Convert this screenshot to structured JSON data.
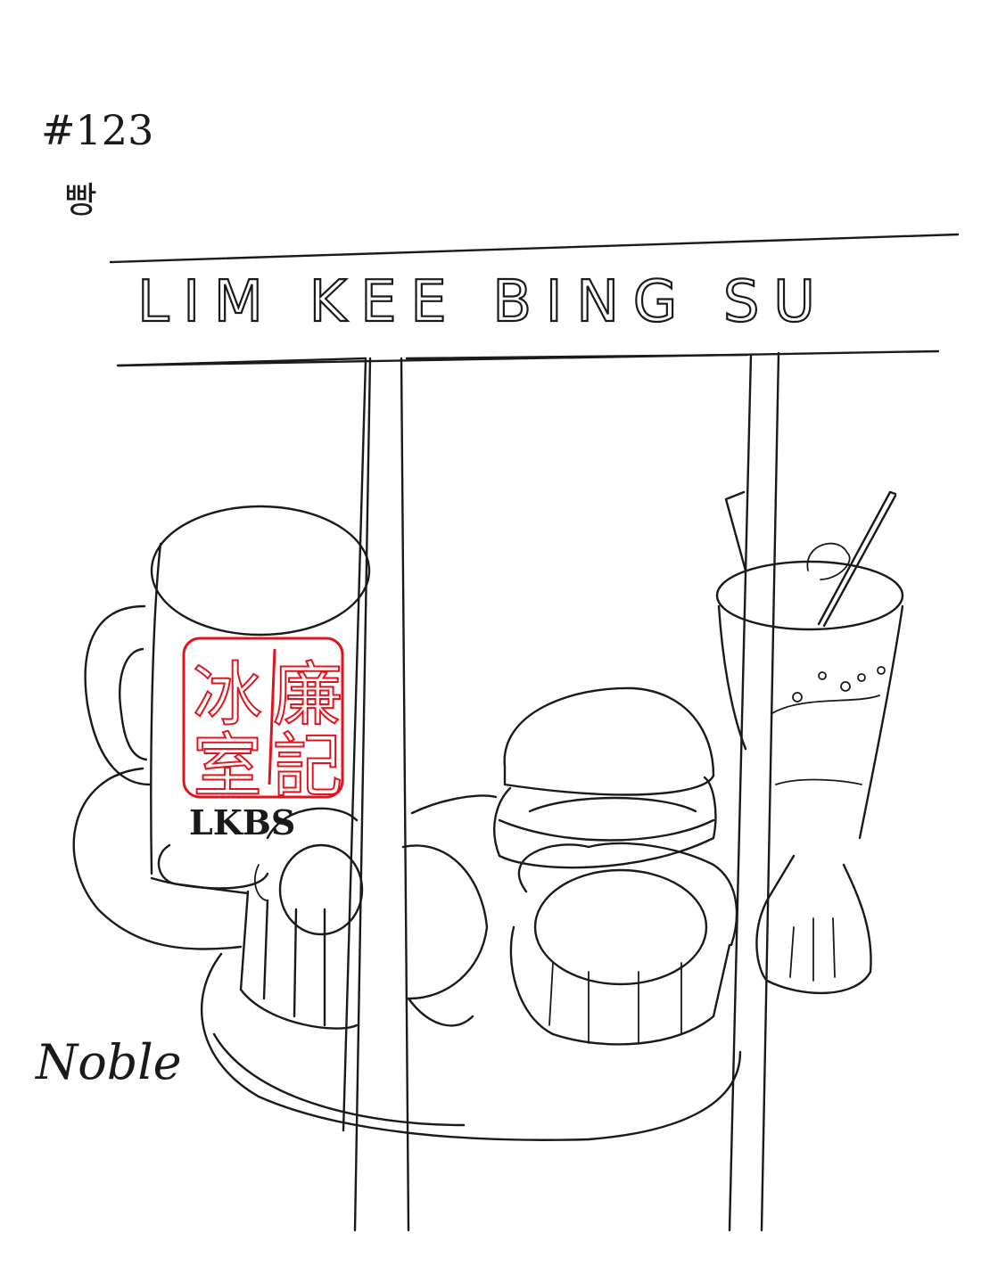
{
  "header": {
    "number": "#123",
    "subtitle": "빵"
  },
  "signboard": {
    "text": "LIM KEE BING SU"
  },
  "mug": {
    "stamp_chars": [
      "廉",
      "記",
      "冰",
      "室"
    ],
    "code": "LKBS"
  },
  "signature": "Noble",
  "colors": {
    "ink": "#1a1a1a",
    "stamp": "#e0141e",
    "paper": "#ffffff"
  }
}
